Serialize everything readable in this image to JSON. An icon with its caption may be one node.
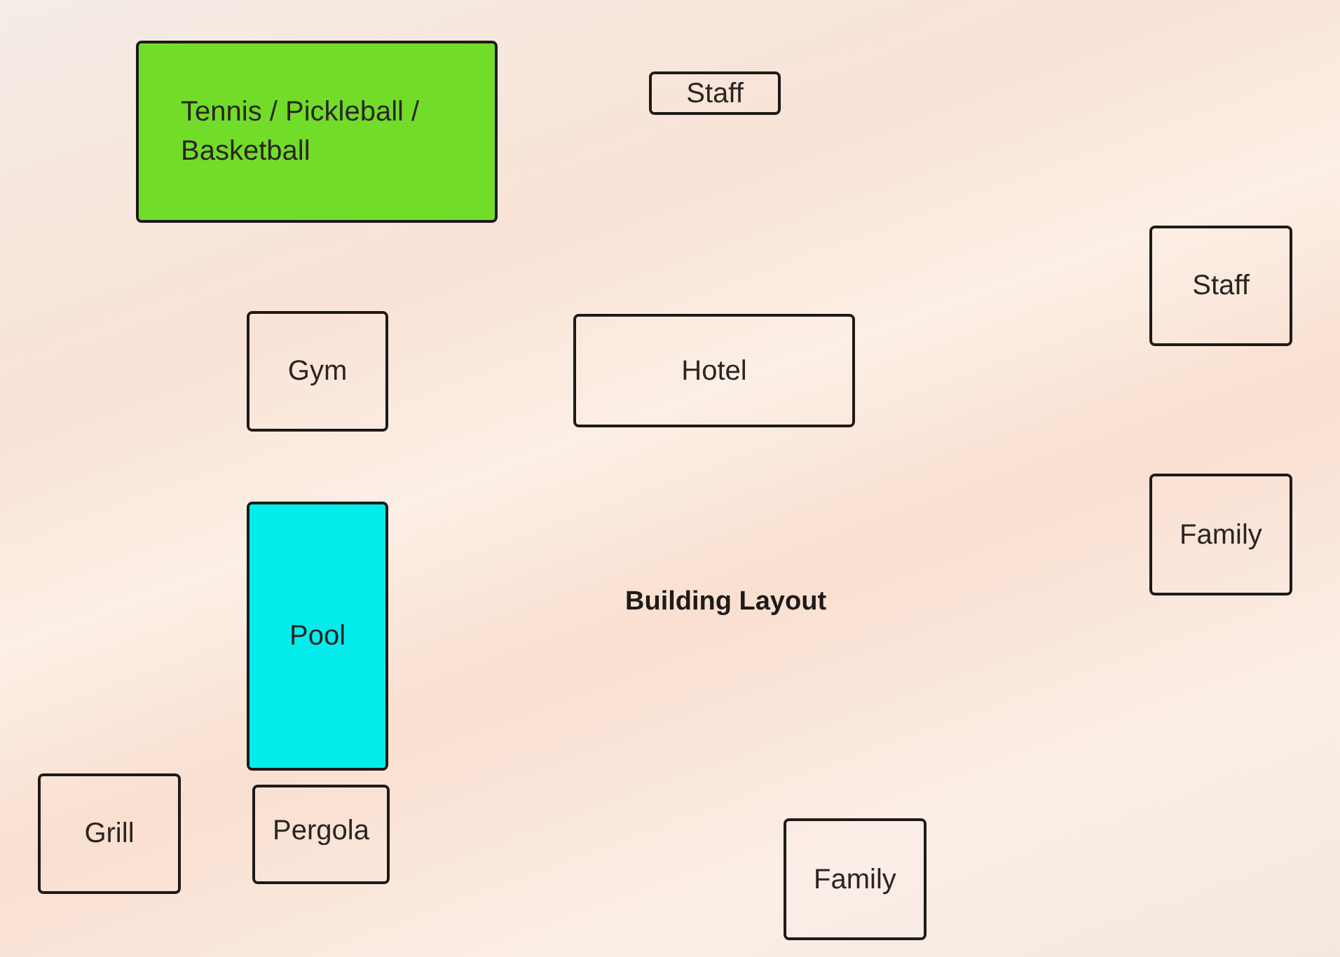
{
  "diagram": {
    "title": "Building Layout",
    "nodes": [
      {
        "text": [
          "Tennis / Pickleball / Basketball"
        ]
      },
      {
        "text": [
          "Staff"
        ]
      },
      {
        "text": [
          "Staff"
        ]
      },
      {
        "text": [
          "Gym"
        ]
      },
      {
        "text": [
          "Hotel"
        ]
      },
      {
        "text": [
          "Family"
        ]
      },
      {
        "text": [
          "Pool"
        ]
      },
      {
        "text": [
          "Grill"
        ]
      },
      {
        "text": [
          "Pergola"
        ]
      },
      {
        "text": [
          "Family"
        ]
      }
    ]
  }
}
